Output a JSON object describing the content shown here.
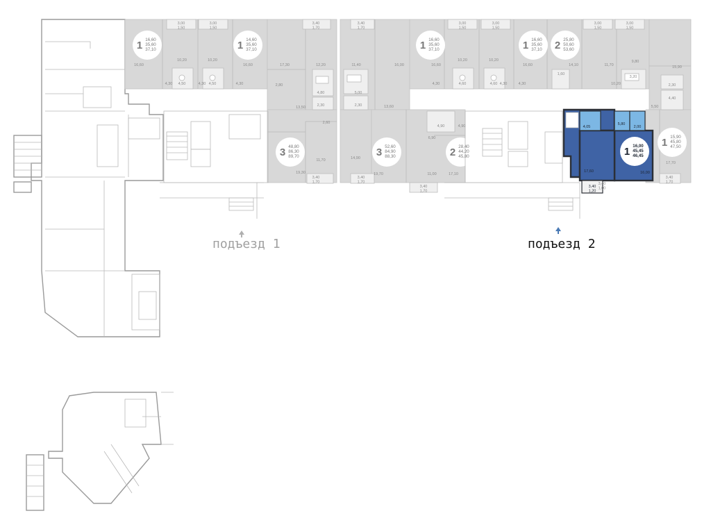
{
  "entrances": [
    {
      "label": "подъезд 1",
      "active": false
    },
    {
      "label": "подъезд 2",
      "active": true
    }
  ],
  "colors": {
    "selected_apartment": "#3f63a5",
    "selected_wet_room": "#7cb7e4",
    "unit_fill": "#d8d8d8"
  },
  "apartments": [
    {
      "rooms": "1",
      "areas": [
        "16,60",
        "35,60",
        "37,10"
      ],
      "selected": false
    },
    {
      "rooms": "1",
      "areas": [
        "14,60",
        "35,60",
        "37,10"
      ],
      "selected": false
    },
    {
      "rooms": "3",
      "areas": [
        "48,80",
        "86,30",
        "89,70"
      ],
      "selected": false
    },
    {
      "rooms": "1",
      "areas": [
        "16,60",
        "35,60",
        "37,10"
      ],
      "selected": false
    },
    {
      "rooms": "1",
      "areas": [
        "16,60",
        "35,60",
        "37,10"
      ],
      "selected": false
    },
    {
      "rooms": "2",
      "areas": [
        "25,80",
        "50,60",
        "53,60"
      ],
      "selected": false
    },
    {
      "rooms": "3",
      "areas": [
        "52,60",
        "84,90",
        "88,30"
      ],
      "selected": false
    },
    {
      "rooms": "2",
      "areas": [
        "28,40",
        "44,20",
        "45,80"
      ],
      "selected": false
    },
    {
      "rooms": "1",
      "areas": [
        "16,00",
        "45,45",
        "46,45"
      ],
      "selected": true
    },
    {
      "rooms": "1",
      "areas": [
        "15,90",
        "45,80",
        "47,50"
      ],
      "selected": false
    }
  ],
  "room_labels": {
    "balconies": [
      "3,00\n1,50",
      "3,00\n1,50",
      "3,40\n1,70",
      "3,40\n1,70",
      "3,00\n1,50",
      "3,00\n1,50",
      "3,00\n1,50",
      "3,00\n1,50",
      "3,40\n1,70",
      "3,40\n1,70",
      "3,40\n1,70",
      "3,40\n1,00",
      "3,40\n1,00",
      "3,40\n1,70"
    ],
    "rooms": [
      "16,60",
      "10,20",
      "10,20",
      "16,60",
      "17,30",
      "12,20",
      "4,30",
      "4,30",
      "4,30",
      "4,50",
      "4,50",
      "2,80",
      "4,80",
      "2,30",
      "13,50",
      "2,60",
      "11,70",
      "19,30",
      "11,40",
      "16,00",
      "16,60",
      "10,20",
      "10,20",
      "16,60",
      "14,10",
      "11,70",
      "9,80",
      "15,90",
      "5,00",
      "2,30",
      "4,30",
      "4,30",
      "4,30",
      "4,60",
      "4,60",
      "1,60",
      "10,20",
      "3,20",
      "2,30",
      "4,40",
      "13,60",
      "4,90",
      "4,90",
      "6,90",
      "14,90",
      "19,70",
      "11,00",
      "17,10",
      "5,50",
      "17,70"
    ],
    "selected_rooms": [
      "4,05",
      "5,80",
      "2,00",
      "17,60",
      "16,00",
      "3,40\n1,20"
    ]
  }
}
